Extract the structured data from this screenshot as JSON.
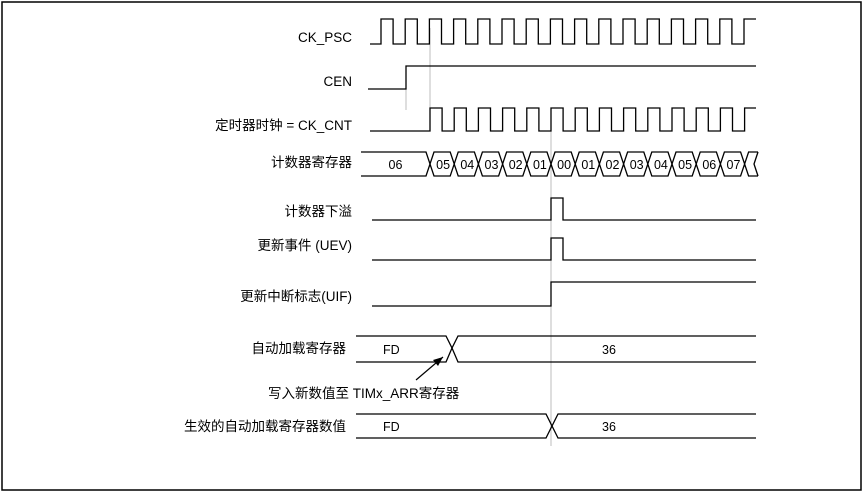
{
  "signals": {
    "ck_psc": "CK_PSC",
    "cen": "CEN",
    "ck_cnt": "定时器时钟 = CK_CNT",
    "counter": "计数器寄存器",
    "underflow": "计数器下溢",
    "uev": "更新事件 (UEV)",
    "uif": "更新中断标志(UIF)",
    "arr": "自动加载寄存器",
    "arr_eff": "生效的自动加载寄存器数值"
  },
  "counter_values": [
    "06",
    "05",
    "04",
    "03",
    "02",
    "01",
    "00",
    "01",
    "02",
    "03",
    "04",
    "05",
    "06",
    "07"
  ],
  "arr_values": [
    "FD",
    "36"
  ],
  "arr_eff_values": [
    "FD",
    "36"
  ],
  "annotation": "写入新数值至 TIMx_ARR寄存器"
}
